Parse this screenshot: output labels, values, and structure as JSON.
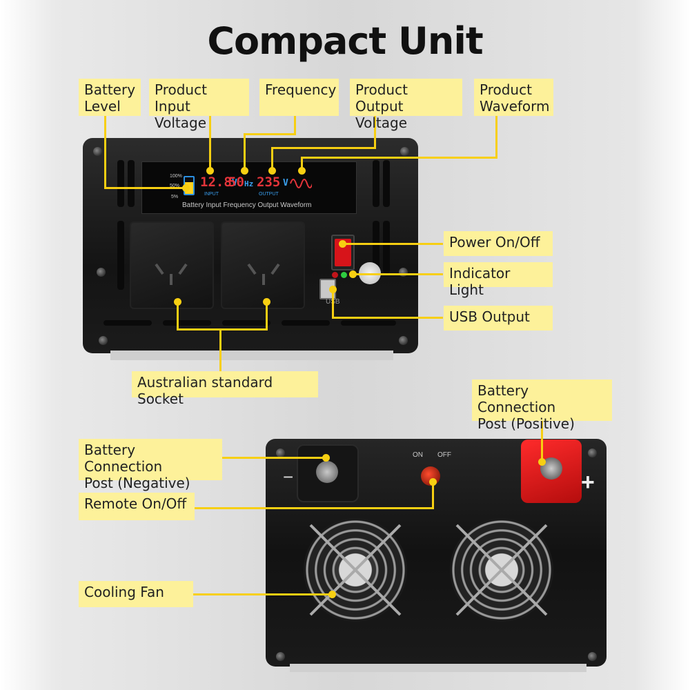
{
  "title": "Compact Unit",
  "labels": {
    "battery_level": "Battery\nLevel",
    "input_voltage": "Product\nInput Voltage",
    "frequency": "Frequency",
    "output_voltage": "Product\nOutput Voltage",
    "waveform": "Product\nWaveform",
    "power_switch": "Power On/Off",
    "indicator": "Indicator Light",
    "usb": "USB Output",
    "socket": "Australian standard Socket",
    "positive_post": "Battery Connection\nPost (Positive)",
    "negative_post": "Battery Connection\nPost (Negative)",
    "remote": "Remote On/Off",
    "fan": "Cooling Fan"
  },
  "lcd": {
    "battery_pct_top": "100%",
    "battery_pct_mid": "50%",
    "battery_pct_low": "5%",
    "input_value": "12.8",
    "input_unit": "V",
    "input_tag": "INPUT",
    "freq_value": "50",
    "freq_unit": "Hz",
    "output_value": "235",
    "output_unit": "V",
    "output_tag": "OUTPUT",
    "captions": "Battery  Input  Frequency  Output  Waveform"
  },
  "device": {
    "usb_text": "USB",
    "rear_on": "ON",
    "rear_off": "OFF",
    "plus_sign": "+",
    "minus_sign": "−"
  },
  "colors": {
    "callout_bg": "#fdf19a",
    "callout_line": "#f7cf12",
    "lcd_red": "#e3343a",
    "body": "#1c1c1c"
  }
}
